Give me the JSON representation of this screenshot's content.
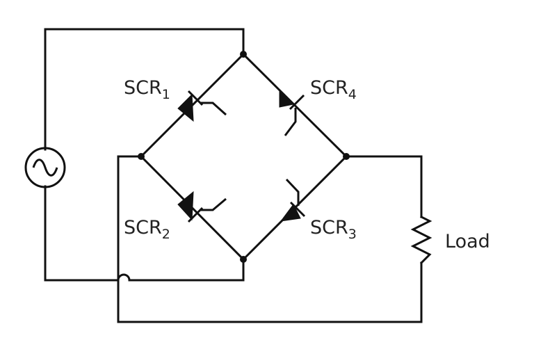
{
  "diagram": {
    "type": "circuit-schematic",
    "components": {
      "scr1": {
        "label": "SCR",
        "subscript": "1"
      },
      "scr2": {
        "label": "SCR",
        "subscript": "2"
      },
      "scr3": {
        "label": "SCR",
        "subscript": "3"
      },
      "scr4": {
        "label": "SCR",
        "subscript": "4"
      },
      "load": {
        "label": "Load"
      },
      "source": {
        "icon": "ac-source-icon"
      }
    },
    "colors": {
      "line": "#111111",
      "text": "#222222",
      "background": "#ffffff"
    }
  }
}
